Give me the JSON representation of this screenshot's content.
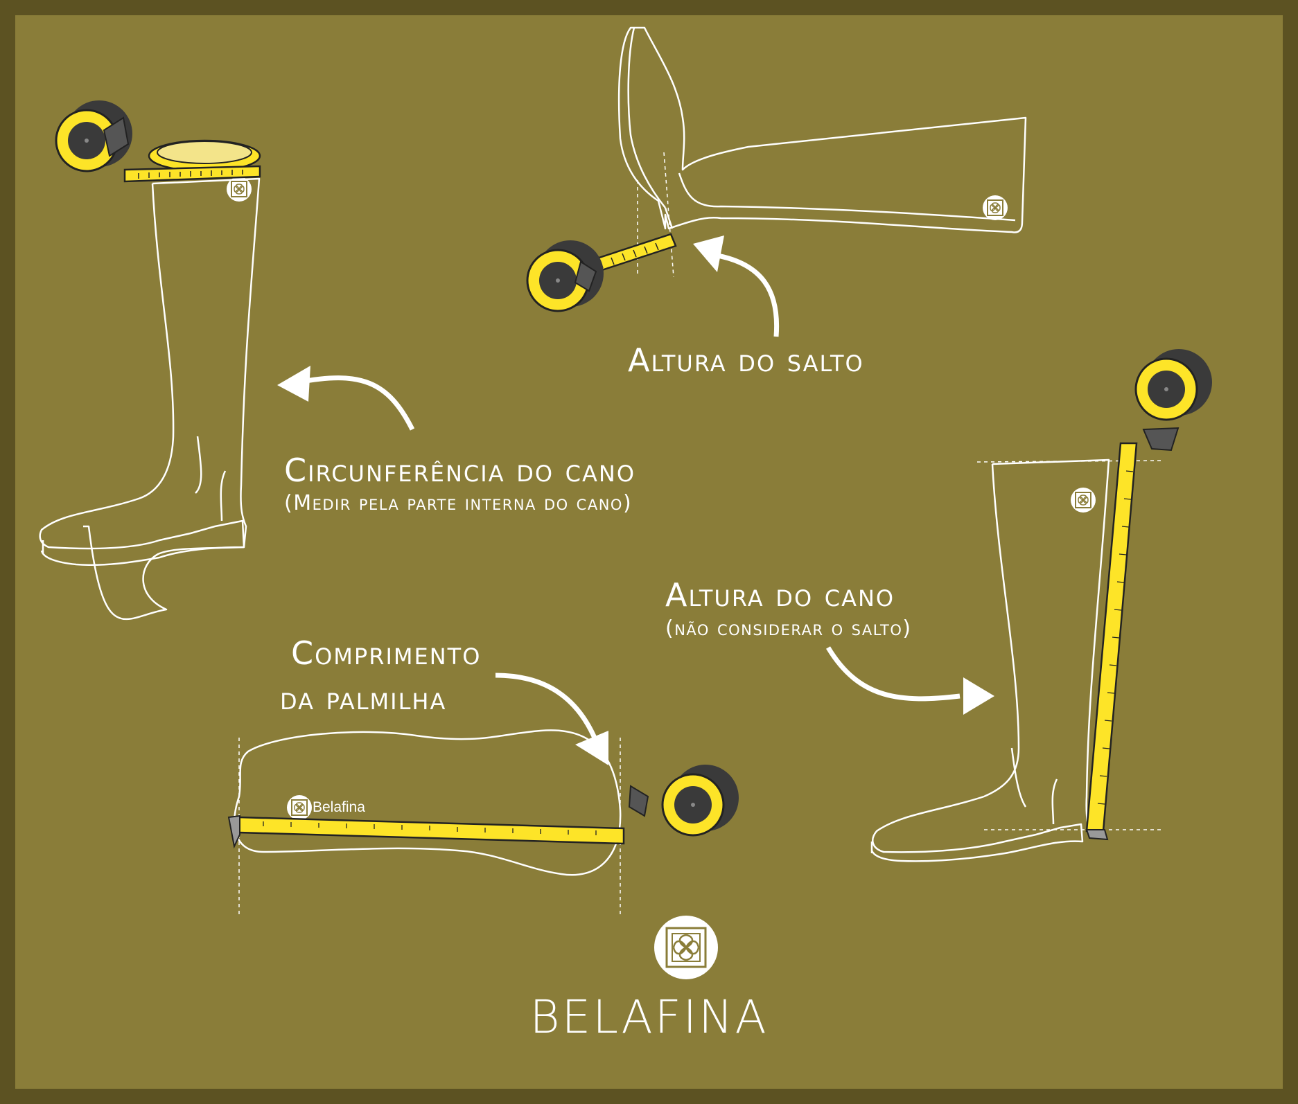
{
  "labels": {
    "heel_height": "Altura do salto",
    "shaft_circumference": "Circunferência do cano",
    "shaft_circumference_note": "(Medir pela parte interna do cano)",
    "shaft_height": "Altura do cano",
    "shaft_height_note": "(não considerar o salto)",
    "insole_length_line1": "Comprimento",
    "insole_length_line2": "da palmilha"
  },
  "brand": {
    "name": "BELAFINA",
    "insole_mark": "Belafina"
  },
  "colors": {
    "frame": "#5c5222",
    "background": "#8a7d39",
    "tape": "#fde428",
    "tape_dark": "#3a3a3a",
    "line": "#ffffff"
  }
}
